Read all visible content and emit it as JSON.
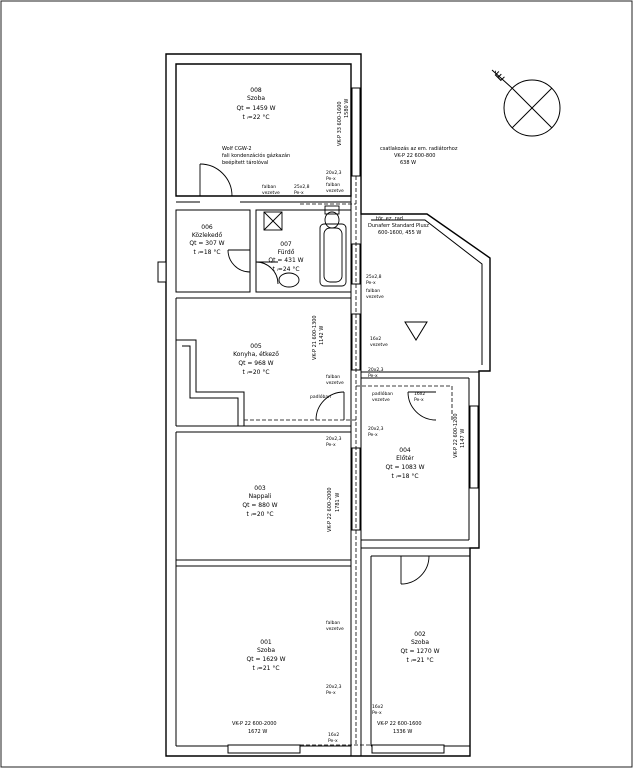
{
  "rooms": {
    "r008": {
      "number": "008",
      "name": "Szoba",
      "heat": "Qt = 1459 W",
      "temp": "t ᵢ=22 °C"
    },
    "r006": {
      "number": "006",
      "name": "Közlekedő",
      "heat": "Qt = 307 W",
      "temp": "t ᵢ=18 °C"
    },
    "r007": {
      "number": "007",
      "name": "Fürdő",
      "heat": "Qt = 431 W",
      "temp": "t ᵢ=24 °C"
    },
    "r005": {
      "number": "005",
      "name": "Konyha, étkező",
      "heat": "Qt = 968 W",
      "temp": "t ᵢ=20 °C"
    },
    "r004": {
      "number": "004",
      "name": "Előtér",
      "heat": "Qt = 1083 W",
      "temp": "t ᵢ=18 °C"
    },
    "r003": {
      "number": "003",
      "name": "Nappali",
      "heat": "Qt = 880 W",
      "temp": "t ᵢ=20 °C"
    },
    "r001": {
      "number": "001",
      "name": "Szoba",
      "heat": "Qt = 1629 W",
      "temp": "t ᵢ=21 °C"
    },
    "r002": {
      "number": "002",
      "name": "Szoba",
      "heat": "Qt = 1270 W",
      "temp": "t ᵢ=21 °C"
    }
  },
  "radiators": {
    "rad008": {
      "type": "VK-P 33 600-1600",
      "power": "1580 W"
    },
    "rad005": {
      "type": "VK-P 21 600-1300",
      "power": "1142 W"
    },
    "rad003": {
      "type": "VK-P 22 600-2000",
      "power": "1781 W"
    },
    "rad004": {
      "type": "VK-P 22 600-1200",
      "power": "1147 W"
    },
    "rad001": {
      "type": "VK-P 22 600-2000",
      "power": "1672 W"
    },
    "rad002": {
      "type": "VK-P 22 600-1600",
      "power": "1336 W"
    },
    "rad_note": {
      "line1": "csatlakozás az em. radiátorhoz",
      "line2": "VK-P 22 600-800",
      "line3": "638 W"
    },
    "bath_rad": {
      "line1": "tör. ez. rad.",
      "line2": "Dunaferr Standard Plusz",
      "line3": "600-1600, 455 W"
    }
  },
  "boiler_note": {
    "line1": "Wolf CGW-2",
    "line2": "fali kondenzációs gázkazán",
    "line3": "beépített tárolóval"
  },
  "pipes": {
    "p20x23": "20x2,3",
    "pe_x": "Pe-x",
    "p25x28": "25x2,8",
    "p16x2": "16x2"
  },
  "notes": {
    "fal": "falban",
    "vez": "vezetve",
    "pad": "padlóban"
  },
  "north": "É"
}
